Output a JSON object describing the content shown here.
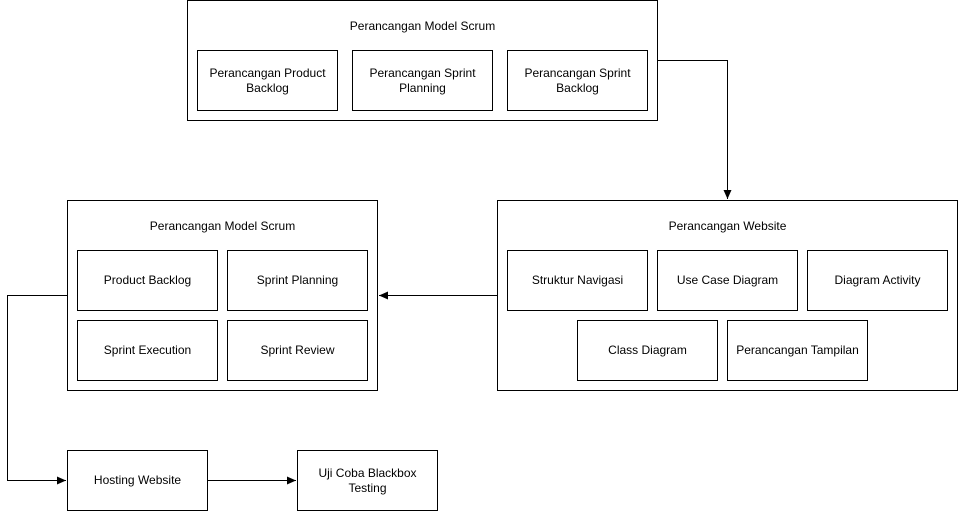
{
  "groups": {
    "scrum_top": {
      "title": "Perancangan Model Scrum",
      "items": [
        "Perancangan Product Backlog",
        "Perancangan Sprint Planning",
        "Perancangan Sprint Backlog"
      ]
    },
    "website": {
      "title": "Perancangan Website",
      "items": [
        "Struktur Navigasi",
        "Use Case Diagram",
        "Diagram Activity",
        "Class Diagram",
        "Perancangan Tampilan"
      ]
    },
    "scrum_mid": {
      "title": "Perancangan Model Scrum",
      "items": [
        "Product Backlog",
        "Sprint Planning",
        "Sprint Execution",
        "Sprint Review"
      ]
    }
  },
  "standalone": {
    "hosting": "Hosting Website",
    "testing": "Uji Coba Blackbox Testing"
  },
  "colors": {
    "line": "#000000",
    "fill": "#ffffff"
  }
}
